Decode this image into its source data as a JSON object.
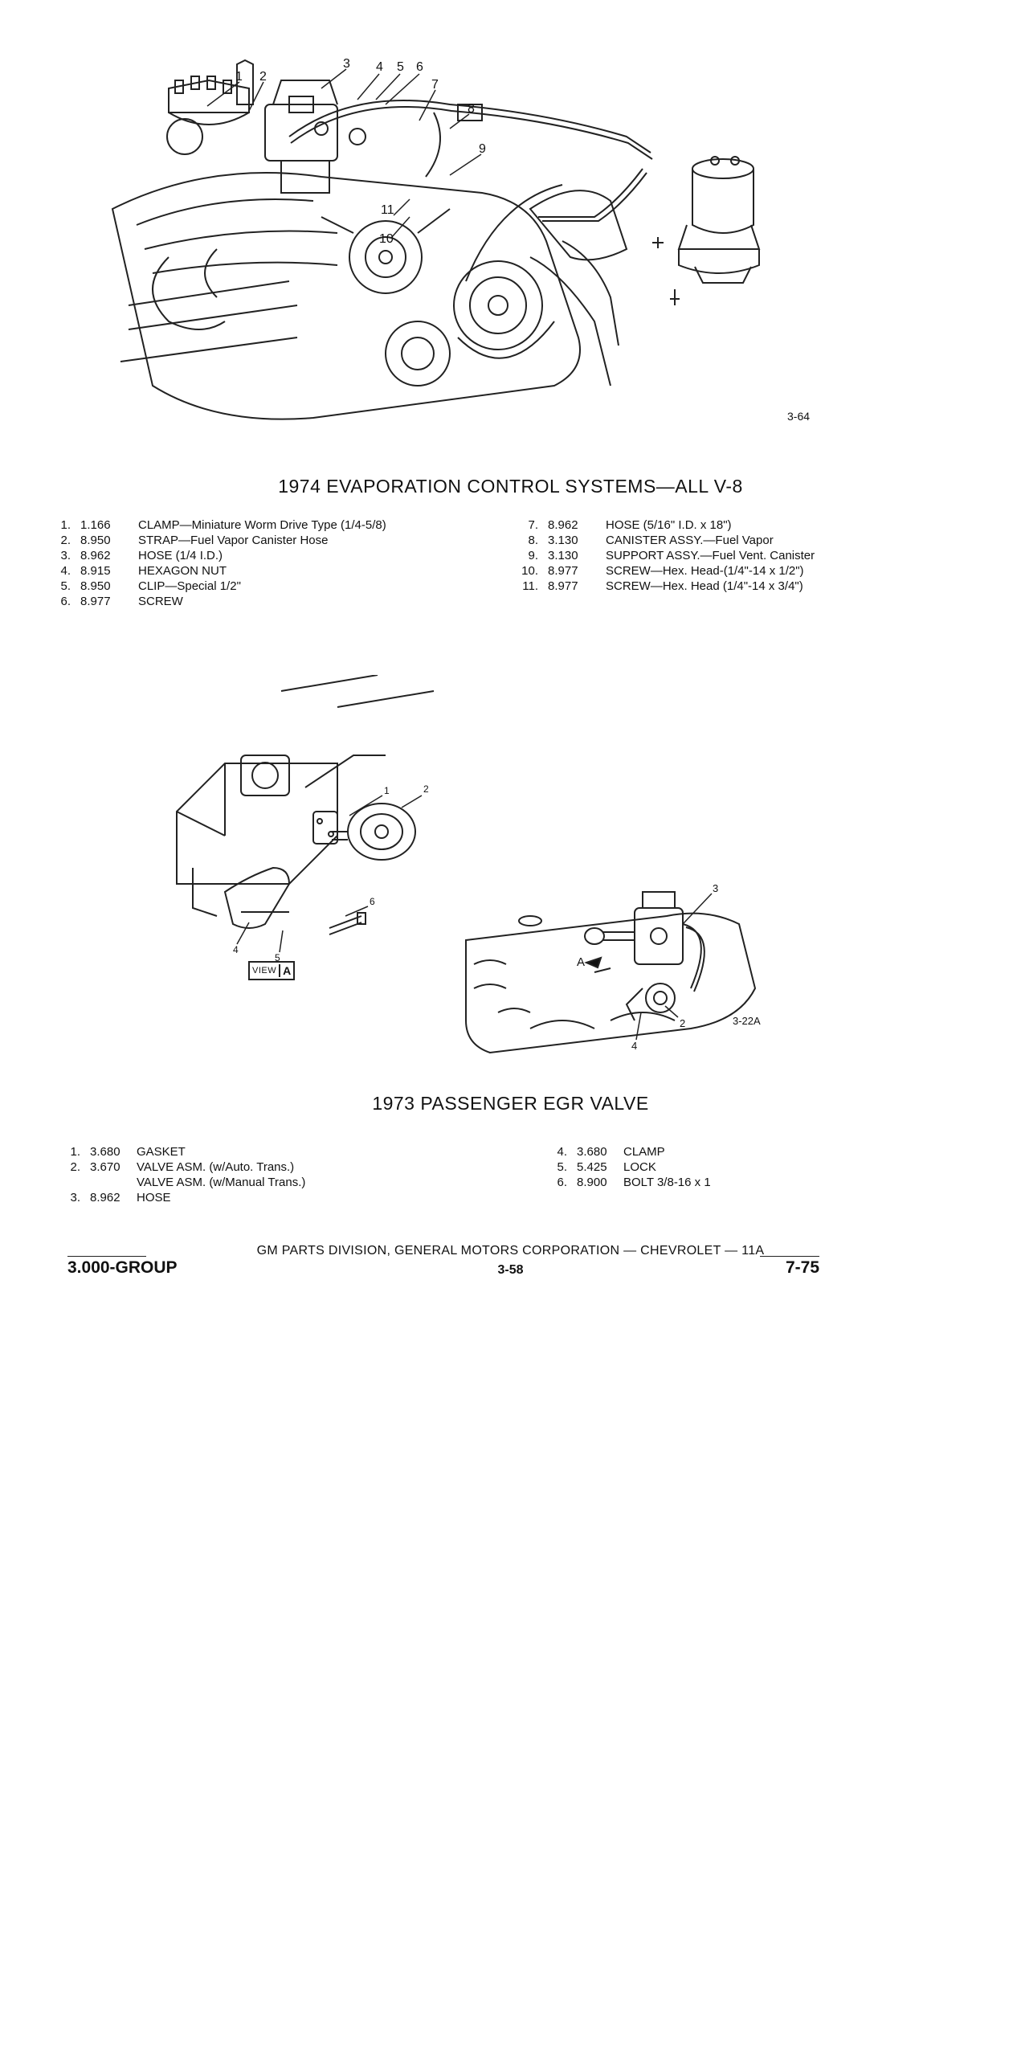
{
  "figure1": {
    "callouts": [
      "1",
      "2",
      "3",
      "4",
      "5",
      "6",
      "7",
      "8",
      "9",
      "10",
      "11"
    ],
    "figure_code": "3-64",
    "title": "1974 EVAPORATION CONTROL SYSTEMS—ALL V-8",
    "parts_left": [
      {
        "no": "1.",
        "group": "1.166",
        "desc": "CLAMP—Miniature Worm Drive Type (1/4-5/8)"
      },
      {
        "no": "2.",
        "group": "8.950",
        "desc": "STRAP—Fuel Vapor Canister Hose"
      },
      {
        "no": "3.",
        "group": "8.962",
        "desc": "HOSE (1/4 I.D.)"
      },
      {
        "no": "4.",
        "group": "8.915",
        "desc": "HEXAGON NUT"
      },
      {
        "no": "5.",
        "group": "8.950",
        "desc": "CLIP—Special 1/2\""
      },
      {
        "no": "6.",
        "group": "8.977",
        "desc": "SCREW"
      }
    ],
    "parts_right": [
      {
        "no": "7.",
        "group": "8.962",
        "desc": "HOSE (5/16\" I.D. x 18\")"
      },
      {
        "no": "8.",
        "group": "3.130",
        "desc": "CANISTER ASSY.—Fuel Vapor"
      },
      {
        "no": "9.",
        "group": "3.130",
        "desc": "SUPPORT ASSY.—Fuel Vent. Canister"
      },
      {
        "no": "10.",
        "group": "8.977",
        "desc": "SCREW—Hex. Head-(1/4\"-14 x 1/2\")"
      },
      {
        "no": "11.",
        "group": "8.977",
        "desc": "SCREW—Hex. Head (1/4\"-14 x 3/4\")"
      }
    ]
  },
  "figure2": {
    "callouts": [
      "1",
      "2",
      "3",
      "4",
      "5",
      "6"
    ],
    "view_label": "VIEW",
    "view_letter": "A",
    "arrow_label": "A",
    "figure_code": "3-22A",
    "title": "1973 PASSENGER EGR VALVE",
    "parts_left": [
      {
        "no": "1.",
        "group": "3.680",
        "desc": "GASKET"
      },
      {
        "no": "2.",
        "group": "3.670",
        "desc": "VALVE ASM. (w/Auto. Trans.)"
      },
      {
        "no": "",
        "group": "",
        "desc": "VALVE ASM. (w/Manual Trans.)"
      },
      {
        "no": "3.",
        "group": "8.962",
        "desc": "HOSE"
      }
    ],
    "parts_right": [
      {
        "no": "4.",
        "group": "3.680",
        "desc": "CLAMP"
      },
      {
        "no": "5.",
        "group": "5.425",
        "desc": "LOCK"
      },
      {
        "no": "6.",
        "group": "8.900",
        "desc": "BOLT 3/8-16 x 1"
      }
    ]
  },
  "footer": {
    "division": "GM PARTS DIVISION, GENERAL MOTORS CORPORATION — CHEVROLET — 11A",
    "group": "3.000-GROUP",
    "page": "3-58",
    "date": "7-75"
  }
}
